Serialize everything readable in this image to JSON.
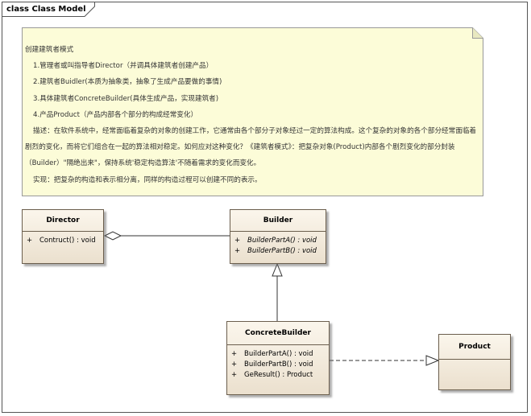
{
  "diagram": {
    "frame_title": "class Class Model"
  },
  "note": {
    "lines": [
      "创建建筑者模式",
      "1.管理者或叫指导者Director（并调具体建筑者创建产品）",
      "2.建筑者Buidler(本质为抽象类，抽象了生成产品要做的事情)",
      "3.具体建筑者ConcreteBuilder(具体生成产品，实现建筑者)",
      "4.产品Product（产品内部各个部分的构成经常变化）",
      "描述：在软件系统中，经常面临着复杂的对象的创建工作，它通常由各个部分子对象经过一定的算法构成。这个复杂的对象的各个部分经常面临着剧烈的变化，而将它们组合在一起的算法相对稳定。如何应对这种变化？《建筑者模式》：把复杂对象(Product)内部各个剧烈变化的部分封装（Builder）\"隔绝出来\"，保持系统'稳定构造算法'不随着需求的变化而变化。",
      "实现：把复杂的构造和表示相分离，同样的构造过程可以创建不同的表示。"
    ]
  },
  "classes": {
    "director": {
      "name": "Director",
      "ops": [
        {
          "vis": "+",
          "sig": "Contruct() : void"
        }
      ]
    },
    "builder": {
      "name": "Builder",
      "ops": [
        {
          "vis": "+",
          "sig": "BuilderPartA() : void"
        },
        {
          "vis": "+",
          "sig": "BuilderPartB() : void"
        }
      ]
    },
    "concrete_builder": {
      "name": "ConcreteBuilder",
      "ops": [
        {
          "vis": "+",
          "sig": "BuilderPartA() : void"
        },
        {
          "vis": "+",
          "sig": "BuilderPartB() : void"
        },
        {
          "vis": "+",
          "sig": "GeResult() : Product"
        }
      ]
    },
    "product": {
      "name": "Product"
    }
  },
  "colors": {
    "note_fill": "#fcfcd8",
    "class_border": "#6b5e4d",
    "line": "#333333"
  }
}
